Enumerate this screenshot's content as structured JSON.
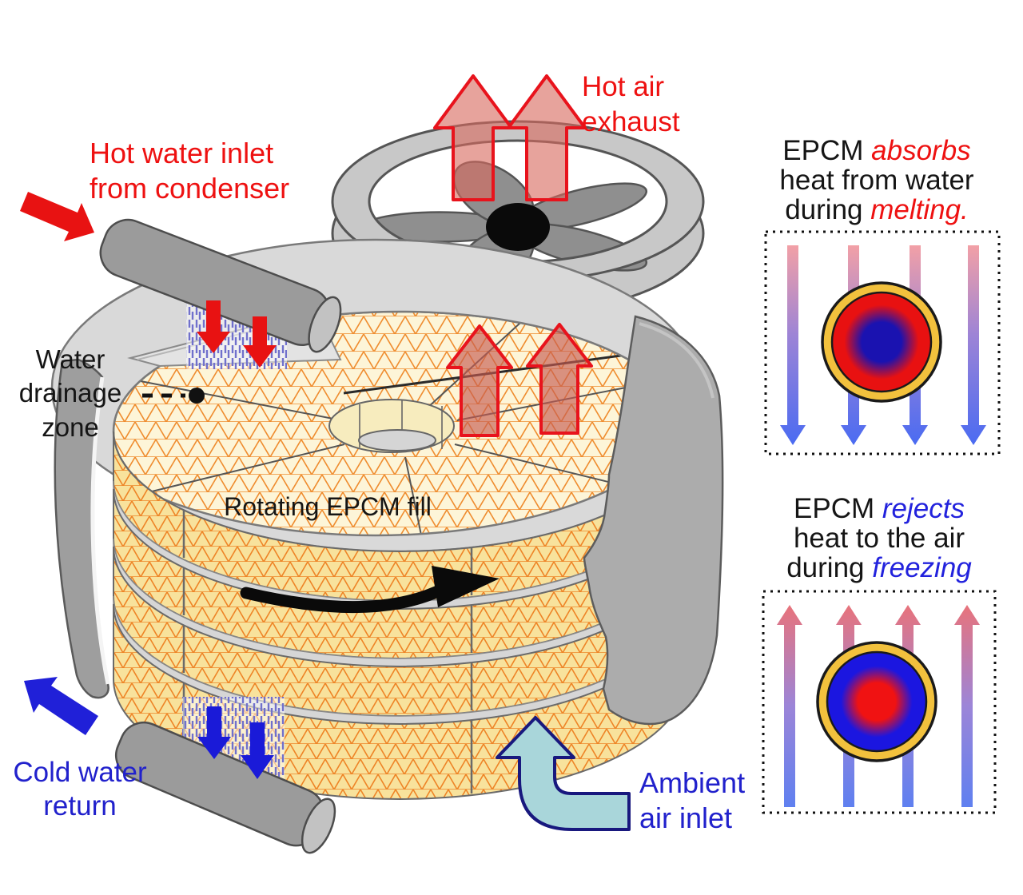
{
  "figure": {
    "labels": {
      "hot_air_exhaust": {
        "line1": "Hot air",
        "line2": "exhaust"
      },
      "hot_water_inlet": {
        "line1": "Hot water inlet",
        "line2": "from condenser"
      },
      "water_drainage": {
        "line1": "Water",
        "line2": "drainage",
        "line3": "zone"
      },
      "rotating_epcm_fill": "Rotating EPCM fill",
      "cold_water_return": {
        "line1": "Cold water",
        "line2": "return"
      },
      "ambient_air_inlet": {
        "line1": "Ambient",
        "line2": "air inlet"
      }
    },
    "insets": {
      "melting": {
        "t1_black": "EPCM ",
        "t1_accent": "absorbs",
        "t2": "heat from water",
        "t3_black": "during ",
        "t3_accent": "melting."
      },
      "freezing": {
        "t1_black": "EPCM ",
        "t1_accent": "rejects",
        "t2": "heat to the air",
        "t3_black": "during ",
        "t3_accent": "freezing"
      }
    },
    "colors": {
      "hot_label_red": "#ee1111",
      "cold_label_blue": "#2121cc",
      "accent_red_italic": "#ee1111",
      "accent_blue_italic": "#2222dd",
      "mesh_orange": "#ef8c2e",
      "epcm_yellow_top": "#fdf5d8",
      "epcm_yellow_front": "#f8e29c",
      "shell_gray": "#acacac",
      "lid_gray": "#d9d9d9",
      "fan_ring_gray": "#c8c8c8",
      "fan_blade_gray": "#8f8f8f",
      "pipe_gray": "#9b9b9b",
      "ambient_arrow_teal": "#a9d6da",
      "capsule_shell_gold": "#f2c13d",
      "capsule_hot_core_red": "#e81111",
      "capsule_cold_core_blue": "#1b16e0",
      "water_hatch_blue": "#7070cc"
    }
  }
}
